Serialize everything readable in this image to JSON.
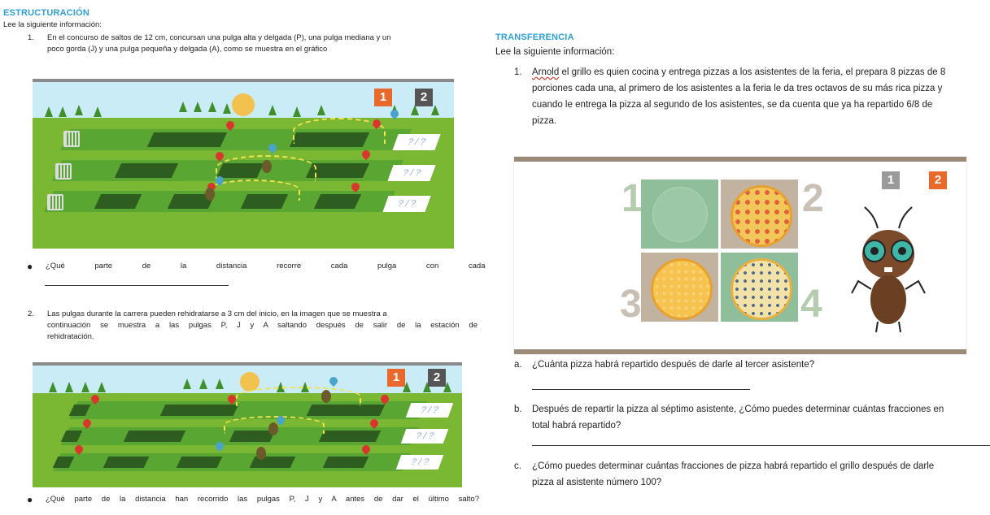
{
  "left": {
    "heading": "ESTRUCTURACIÓN",
    "intro": "Lee la siguiente información:",
    "q1": {
      "number": "1.",
      "line1": "En el concurso de saltos de 12 cm, concursan una pulga alta y delgada (P), una pulga mediana y un",
      "line2": "poco gorda (J) y una pulga pequeña y delgada (A), como se muestra en el gráfico"
    },
    "q1_bullet": "¿Qué parte de la distancia recorre cada pulga con cada salto?",
    "q2": {
      "number": "2.",
      "line1": "Las pulgas durante la carrera pueden rehidratarse a 3 cm del inicio, en la imagen que se muestra a",
      "line2": "continuación se muestra a las pulgas P, J y A saltando después de salir de la estación de",
      "line3": "rehidratación."
    },
    "q2_bullet": "¿Qué parte de la distancia han recorrido las pulgas P, J y A antes de dar el último salto?",
    "scene1": {
      "badge_active": "1",
      "badge_inactive": "2",
      "tags": [
        "? / ?",
        "? / ?",
        "? / ?"
      ]
    },
    "scene2": {
      "badge_active": "1",
      "badge_inactive": "2",
      "tags": [
        "? / ?",
        "? / ?",
        "? / ?"
      ]
    }
  },
  "right": {
    "heading": "TRANSFERENCIA",
    "intro": "Lee la siguiente información:",
    "q1": {
      "number": "1.",
      "name": "Arnold",
      "line1_rest": " el grillo es quien cocina y entrega pizzas a los asistentes de la feria, el prepara 8 pizzas de 8",
      "line2": "porciones cada una, al primero de los asistentes a la feria le da tres octavos de su más rica pizza y",
      "line3": "cuando le entrega la pizza al segundo de los asistentes, se da cuenta que ya ha repartido 6/8 de",
      "line4": "pizza."
    },
    "panel": {
      "badge_inactive": "1",
      "badge_active": "2",
      "numbers": [
        "1",
        "2",
        "3",
        "4"
      ]
    },
    "qa": {
      "letter": "a.",
      "text": "¿Cuánta pizza habrá repartido después de darle al tercer asistente?"
    },
    "qb": {
      "letter": "b.",
      "line1": "Después de repartir la pizza al séptimo asistente, ¿Cómo puedes determinar cuántas fracciones en",
      "line2": "total habrá repartido?"
    },
    "qc": {
      "letter": "c.",
      "line1": "¿Cómo puedes determinar cuántas fracciones de pizza habrá repartido el grillo después de darle",
      "line2": "pizza al asistente número 100?"
    }
  }
}
